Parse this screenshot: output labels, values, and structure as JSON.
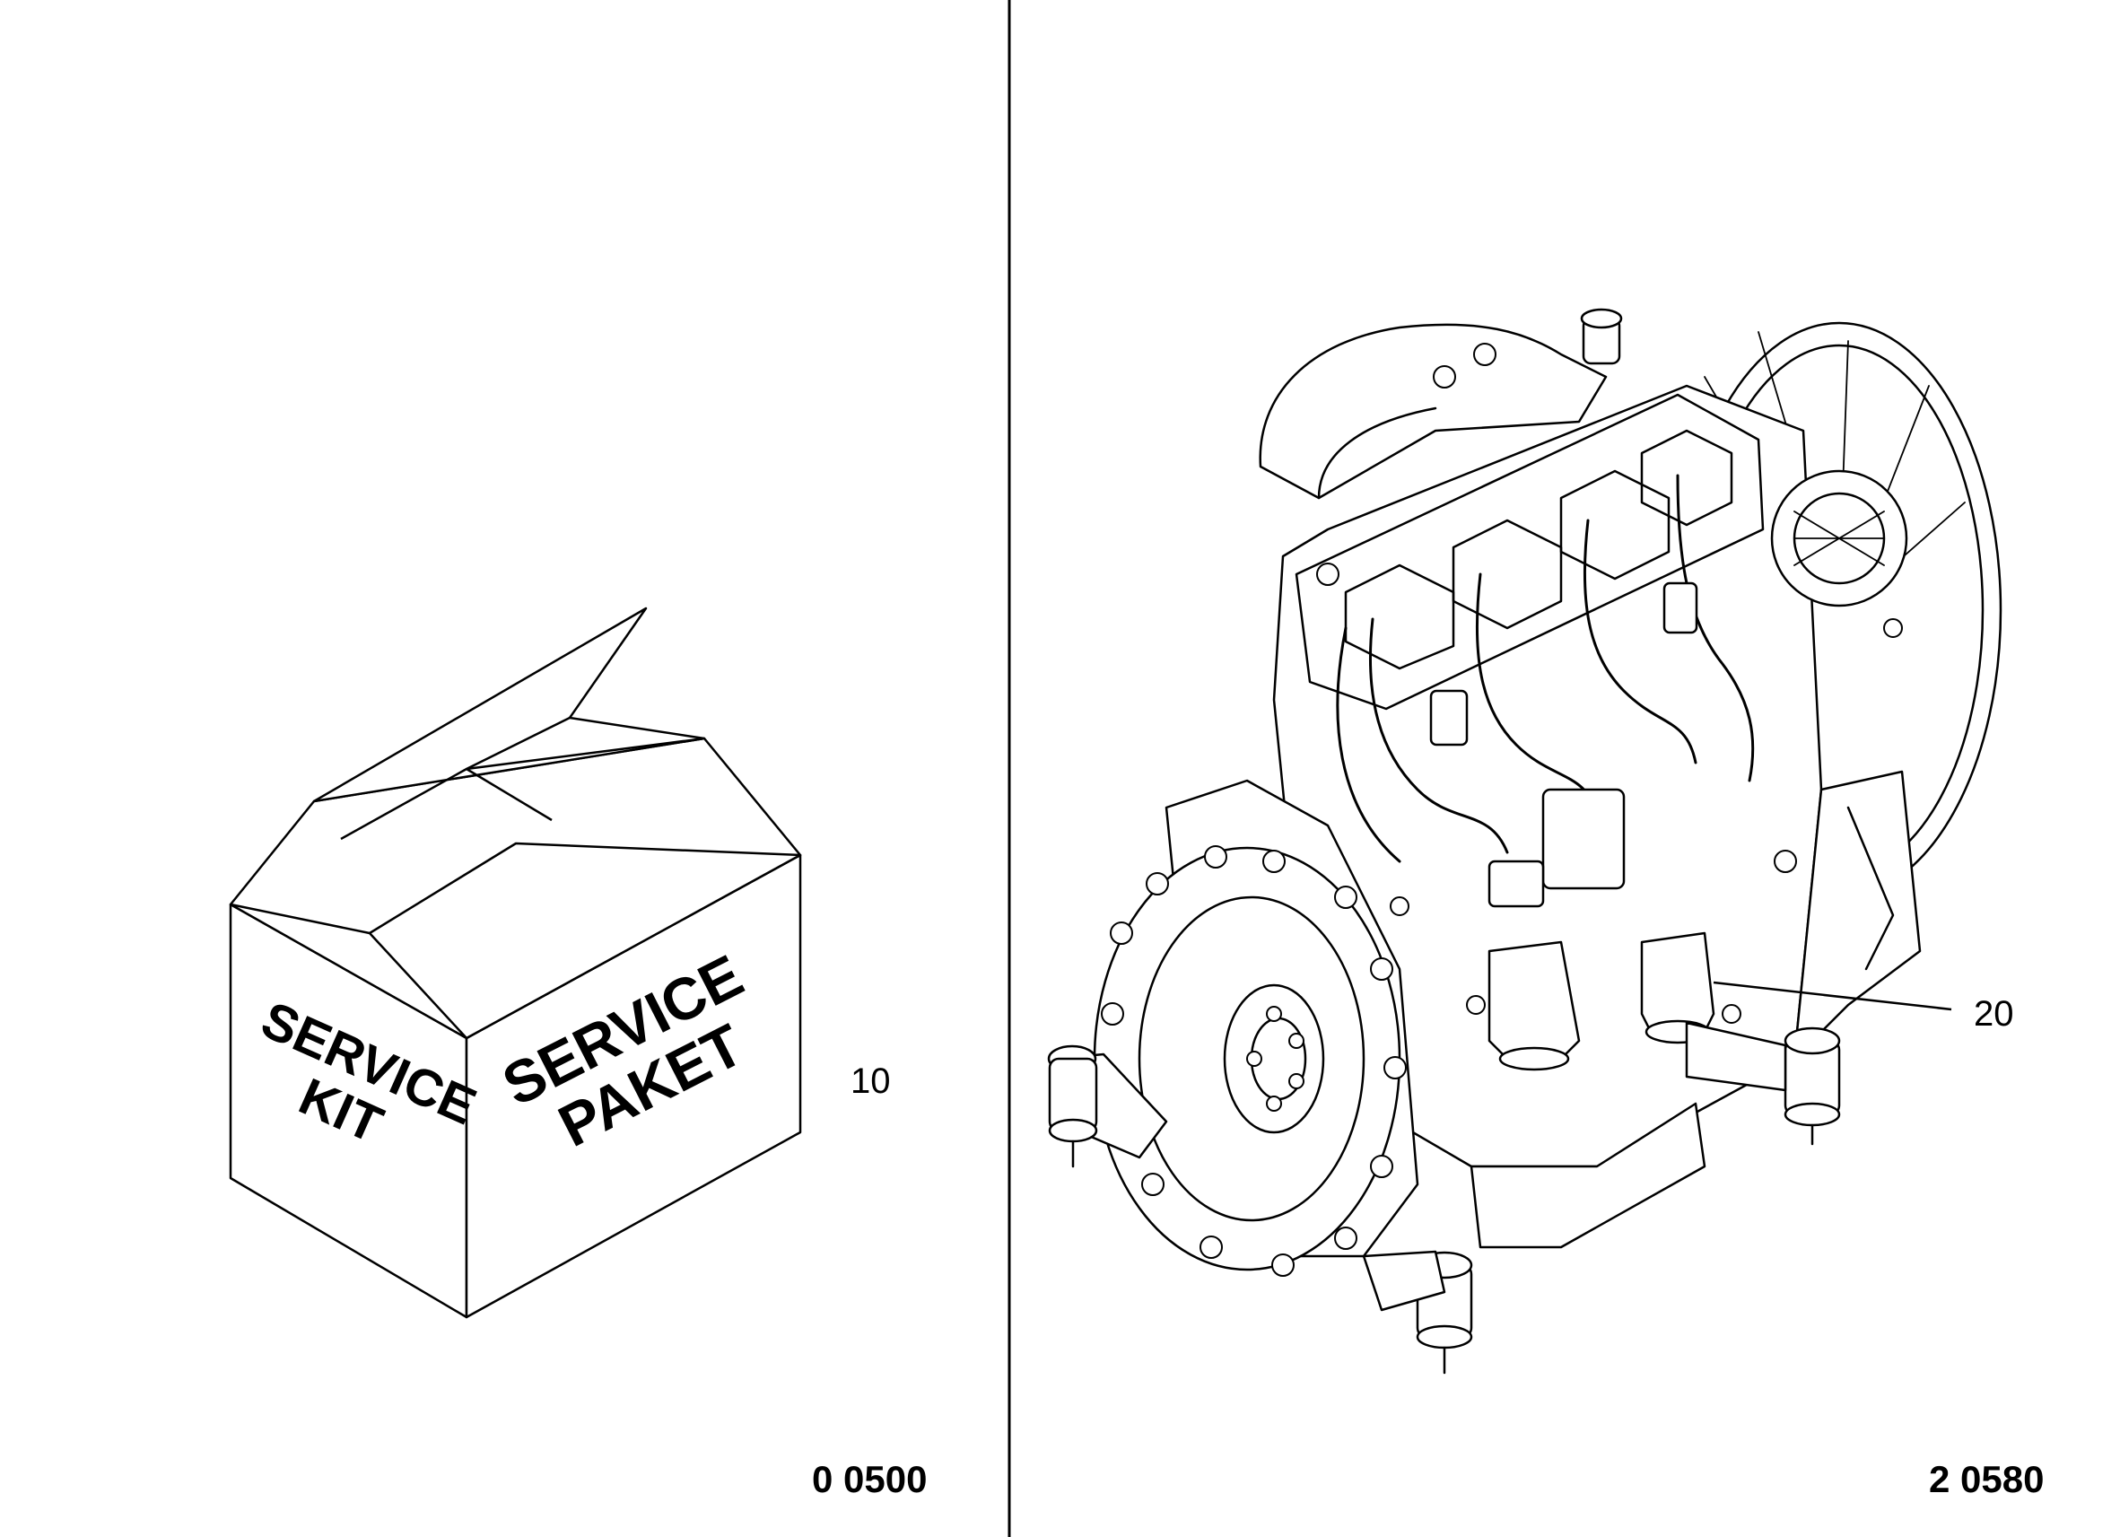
{
  "left_panel": {
    "box_text_kit": [
      "SERVICE",
      "KIT"
    ],
    "box_text_paket": [
      "SERVICE",
      "PAKET"
    ],
    "callout": "10",
    "code": "0 0500"
  },
  "right_panel": {
    "callout": "20",
    "code": "2 0580"
  },
  "colors": {
    "line": "#000000",
    "background": "#ffffff"
  }
}
